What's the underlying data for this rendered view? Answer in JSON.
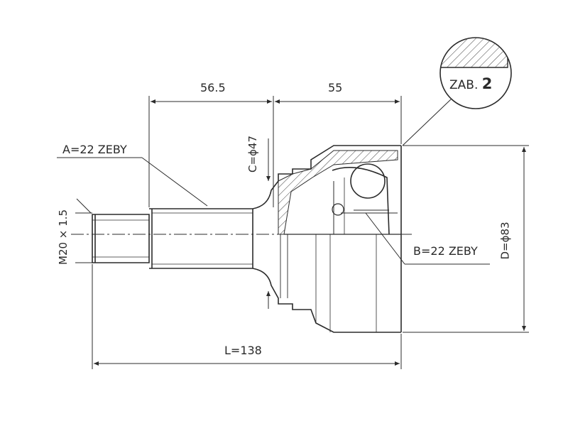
{
  "drawing": {
    "dim_stub_length": "56.5",
    "dim_outer_length": "55",
    "dim_total_length": "L=138",
    "spline_a": "A=22 ZEBY",
    "spline_b": "B=22 ZEBY",
    "thread": "M20 × 1.5",
    "seal_diameter": "C=ϕ47",
    "outer_diameter": "D=ϕ83",
    "detail_tag": "ZAB.",
    "detail_number": "2"
  },
  "colors": {
    "line": "#2b2b2b",
    "background": "#ffffff"
  }
}
